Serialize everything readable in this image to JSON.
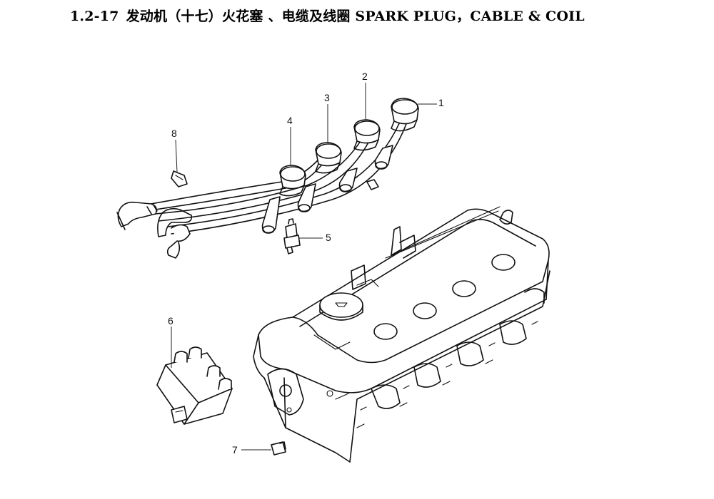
{
  "header": {
    "section": "1.2-17",
    "title": "发动机（十七）火花塞 、电缆及线圈 SPARK PLUG，CABLE & COIL"
  },
  "diagram": {
    "callouts": [
      {
        "number": "1",
        "part": "cable-cylinder-1"
      },
      {
        "number": "2",
        "part": "cable-cylinder-2"
      },
      {
        "number": "3",
        "part": "cable-cylinder-3"
      },
      {
        "number": "4",
        "part": "cable-cylinder-4"
      },
      {
        "number": "5",
        "part": "spark-plug"
      },
      {
        "number": "6",
        "part": "ignition-coil"
      },
      {
        "number": "7",
        "part": "coil-bolt"
      },
      {
        "number": "8",
        "part": "cable-clip"
      }
    ]
  }
}
